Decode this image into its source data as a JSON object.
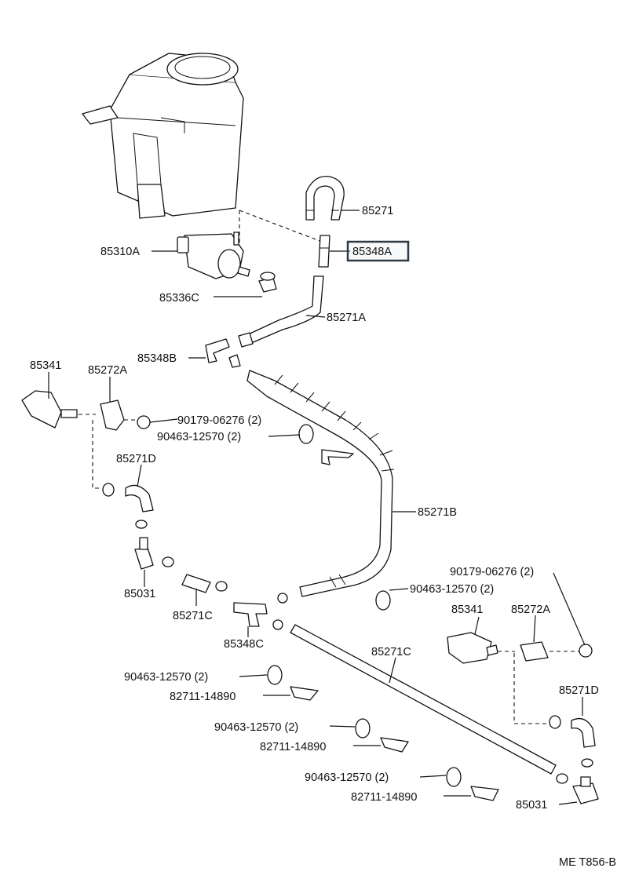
{
  "diagram": {
    "highlighted_part": "85348A",
    "accent_color": "#2f3a44",
    "footer_code": "ME T856-B",
    "labels": {
      "p85271": "85271",
      "p85348A": "85348A",
      "p85310A": "85310A",
      "p85336C": "85336C",
      "p85271A": "85271A",
      "p85348B": "85348B",
      "p85341_left": "85341",
      "p85272A_left": "85272A",
      "p90179_left": "90179-06276 (2)",
      "p90463_a": "90463-12570 (2)",
      "p85271D_left": "85271D",
      "p85271B": "85271B",
      "p85031_left": "85031",
      "p85271C_left": "85271C",
      "p85348C": "85348C",
      "p90179_right": "90179-06276 (2)",
      "p90463_b": "90463-12570 (2)",
      "p85341_right": "85341",
      "p85272A_right": "85272A",
      "p85271C_right": "85271C",
      "p90463_c": "90463-12570 (2)",
      "p82711_a": "82711-14890",
      "p85271D_right": "85271D",
      "p90463_d": "90463-12570 (2)",
      "p82711_b": "82711-14890",
      "p90463_e": "90463-12570 (2)",
      "p82711_c": "82711-14890",
      "p85031_right": "85031"
    }
  }
}
